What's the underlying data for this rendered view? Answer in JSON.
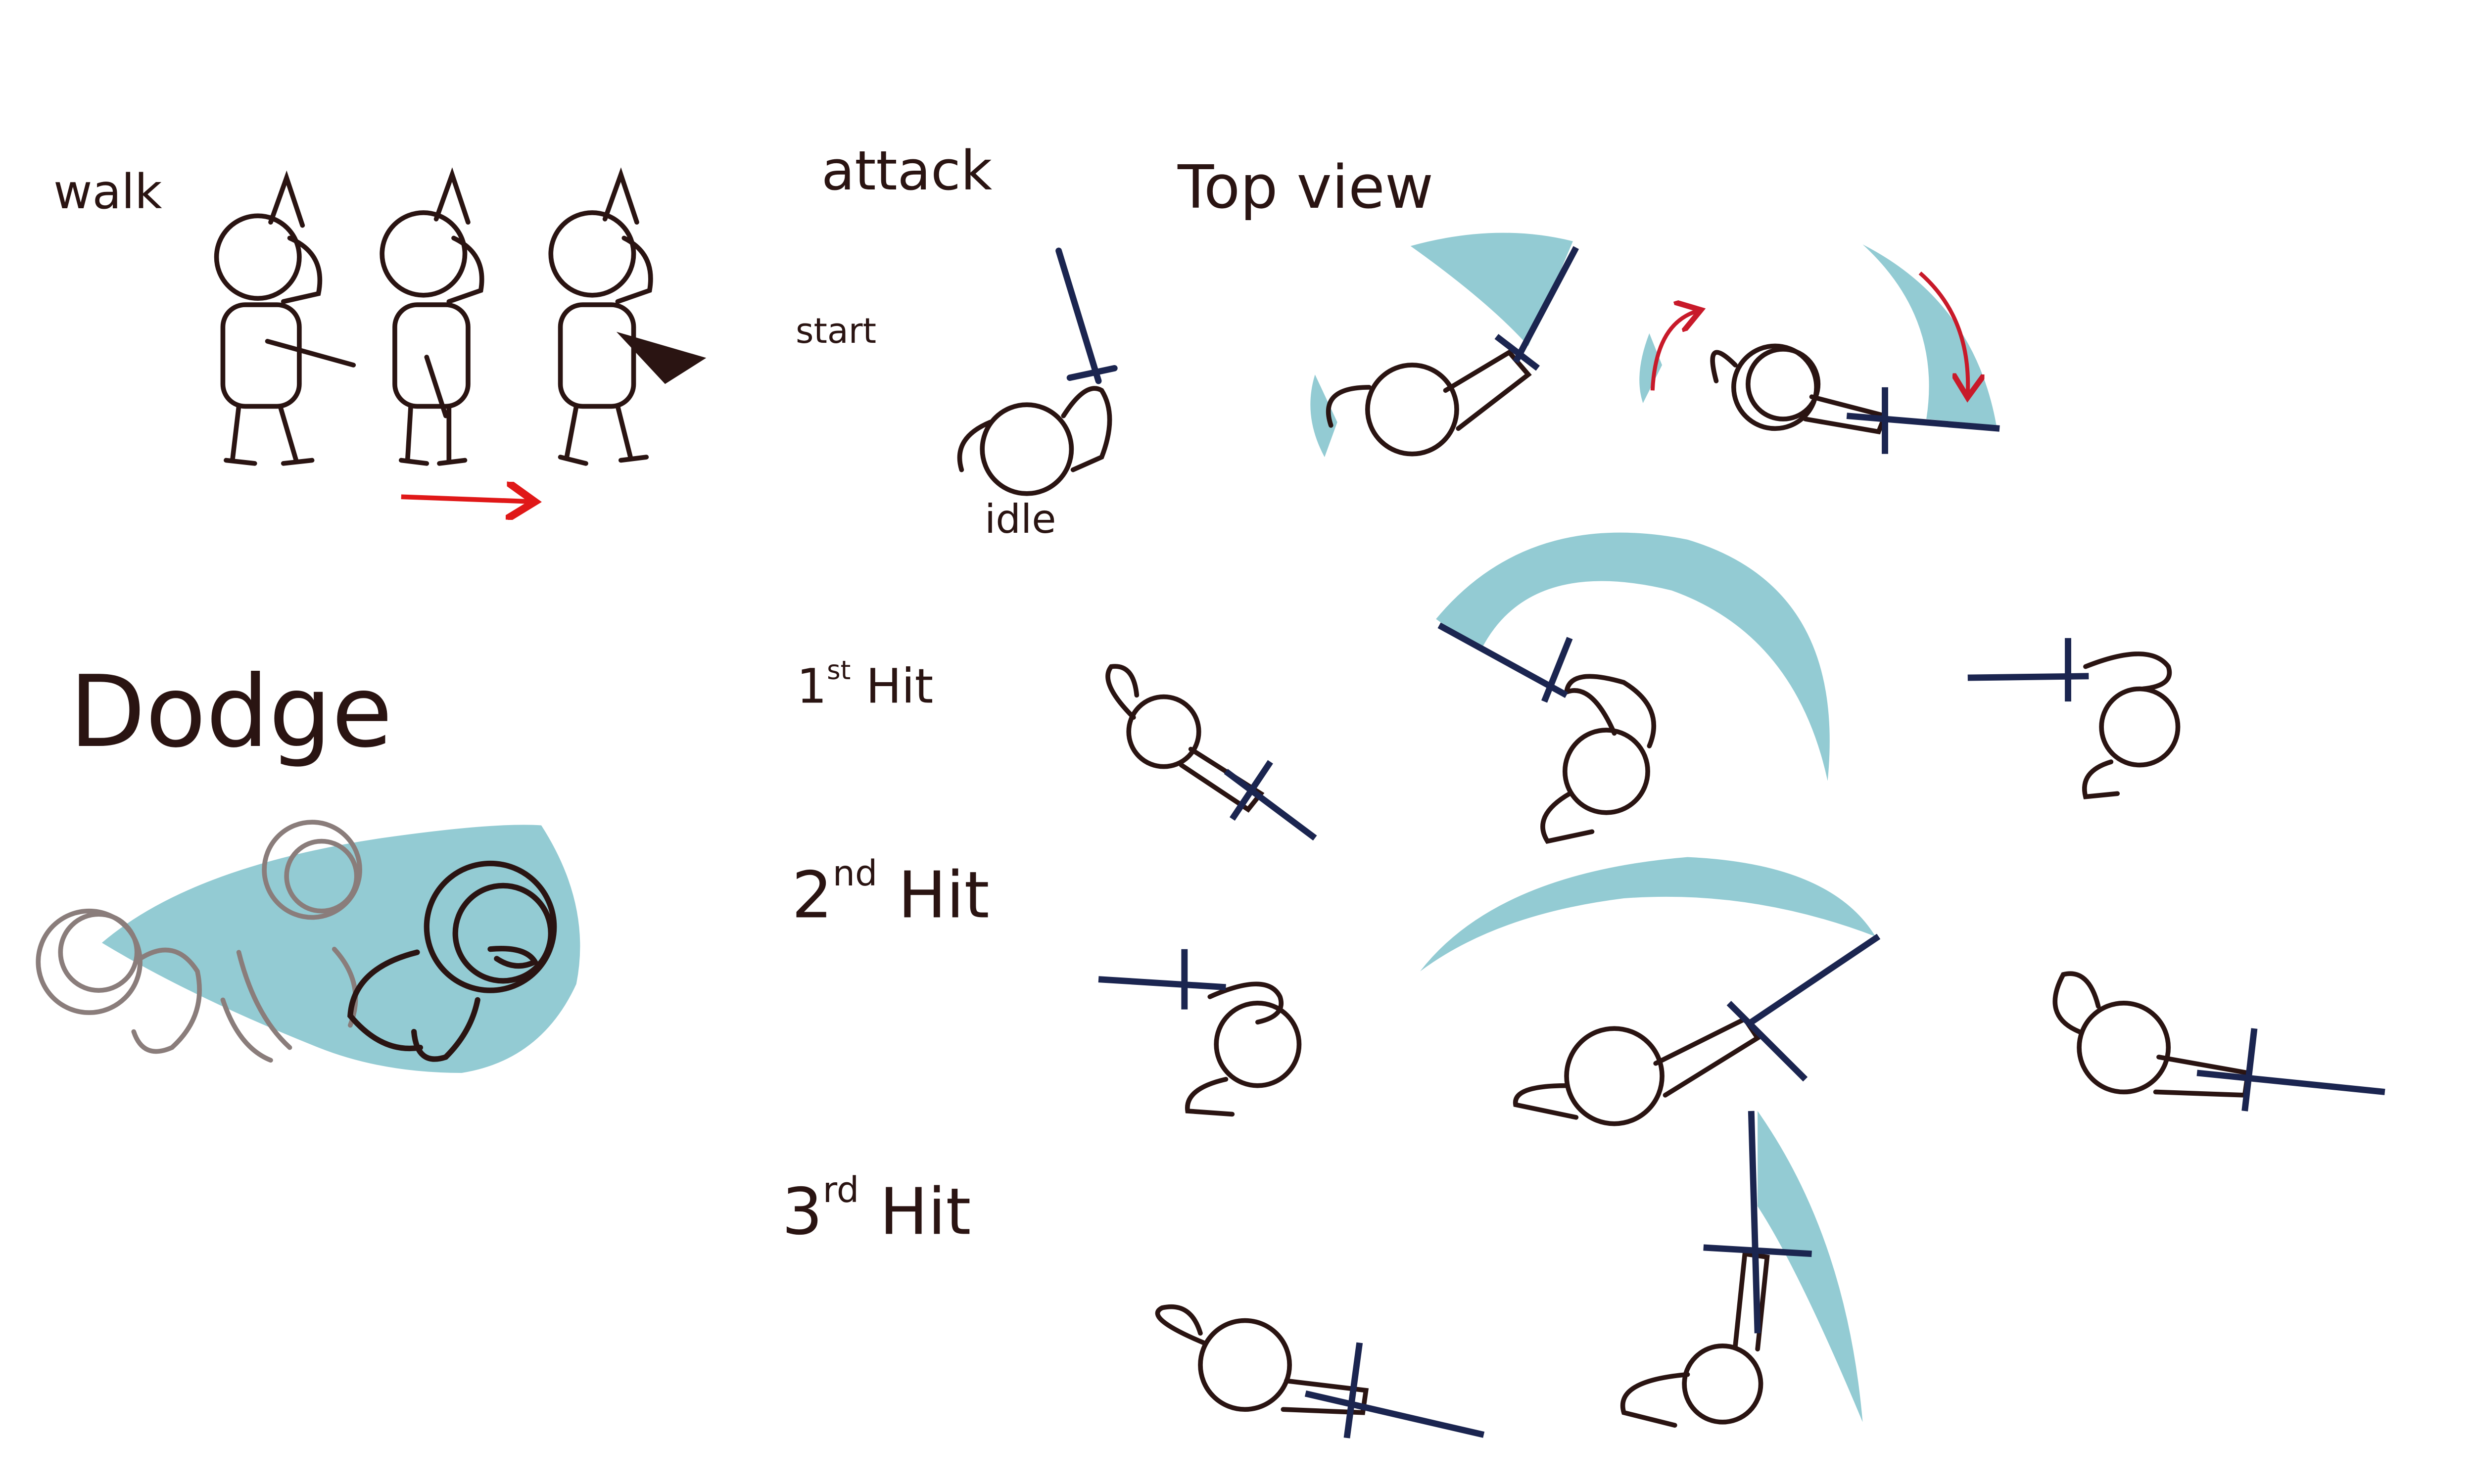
{
  "labels": {
    "walk": "walk",
    "attack": "attack",
    "top_view": "Top view",
    "start": "start",
    "idle": "idle",
    "dodge": "Dodge",
    "hit1_num": "1",
    "hit1_sup": "st",
    "hit1_word": "Hit",
    "hit2_num": "2",
    "hit2_sup": "nd",
    "hit2_word": "Hit",
    "hit3_num": "3",
    "hit3_sup": "rd",
    "hit3_word": "Hit"
  },
  "colors": {
    "ink": "#2a1412",
    "sword": "#1b2550",
    "swoosh": "#93cbd3",
    "arrow": "#e01818",
    "swing_arrow": "#c81a2a",
    "ghost": "#8a7d7b"
  },
  "icons": [
    "character-sprite-icon",
    "sword-icon",
    "swoosh-trail-icon",
    "arrow-icon"
  ]
}
